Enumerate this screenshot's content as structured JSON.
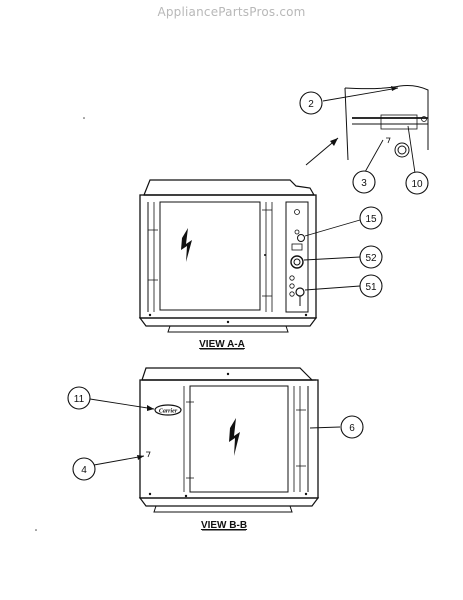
{
  "watermark": "AppliancePartsPros.com",
  "callouts": [
    {
      "id": "c2",
      "label": "2"
    },
    {
      "id": "c3",
      "label": "3"
    },
    {
      "id": "c10",
      "label": "10"
    },
    {
      "id": "c15",
      "label": "15"
    },
    {
      "id": "c52",
      "label": "52"
    },
    {
      "id": "c51",
      "label": "51"
    },
    {
      "id": "c11",
      "label": "11"
    },
    {
      "id": "c6",
      "label": "6"
    },
    {
      "id": "c4",
      "label": "4"
    }
  ],
  "views": {
    "top": "VIEW A-A",
    "bottom": "VIEW B-B"
  },
  "logo_text": "Carrier"
}
